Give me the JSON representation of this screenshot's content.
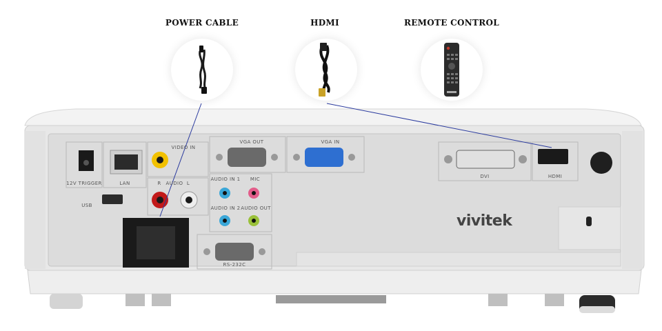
{
  "accessories": [
    {
      "label": "POWER CABLE",
      "icon": "power-cable-icon"
    },
    {
      "label": "HDMI",
      "icon": "hdmi-cable-icon"
    },
    {
      "label": "REMOTE CONTROL",
      "icon": "remote-control-icon"
    }
  ],
  "ports": {
    "trigger": "12V TRIGGER",
    "lan": "LAN",
    "usb": "USB",
    "video_in": "VIDEO IN",
    "audio_lr": "AUDIO",
    "audio_r": "R",
    "audio_l": "L",
    "vga_out": "VGA OUT",
    "vga_in": "VGA IN",
    "audio_in1": "AUDIO IN 1",
    "mic": "MIC",
    "audio_in2": "AUDIO IN 2",
    "audio_out": "AUDIO OUT",
    "rs232": "RS-232C",
    "dvi": "DVI",
    "hdmi": "HDMI"
  },
  "brand": "vivitek",
  "colors": {
    "vga_in": "#2e6fd1",
    "projector_body": "#e6e6e6",
    "panel": "#d7d7d7",
    "connector_line": "#2a3a9e"
  }
}
